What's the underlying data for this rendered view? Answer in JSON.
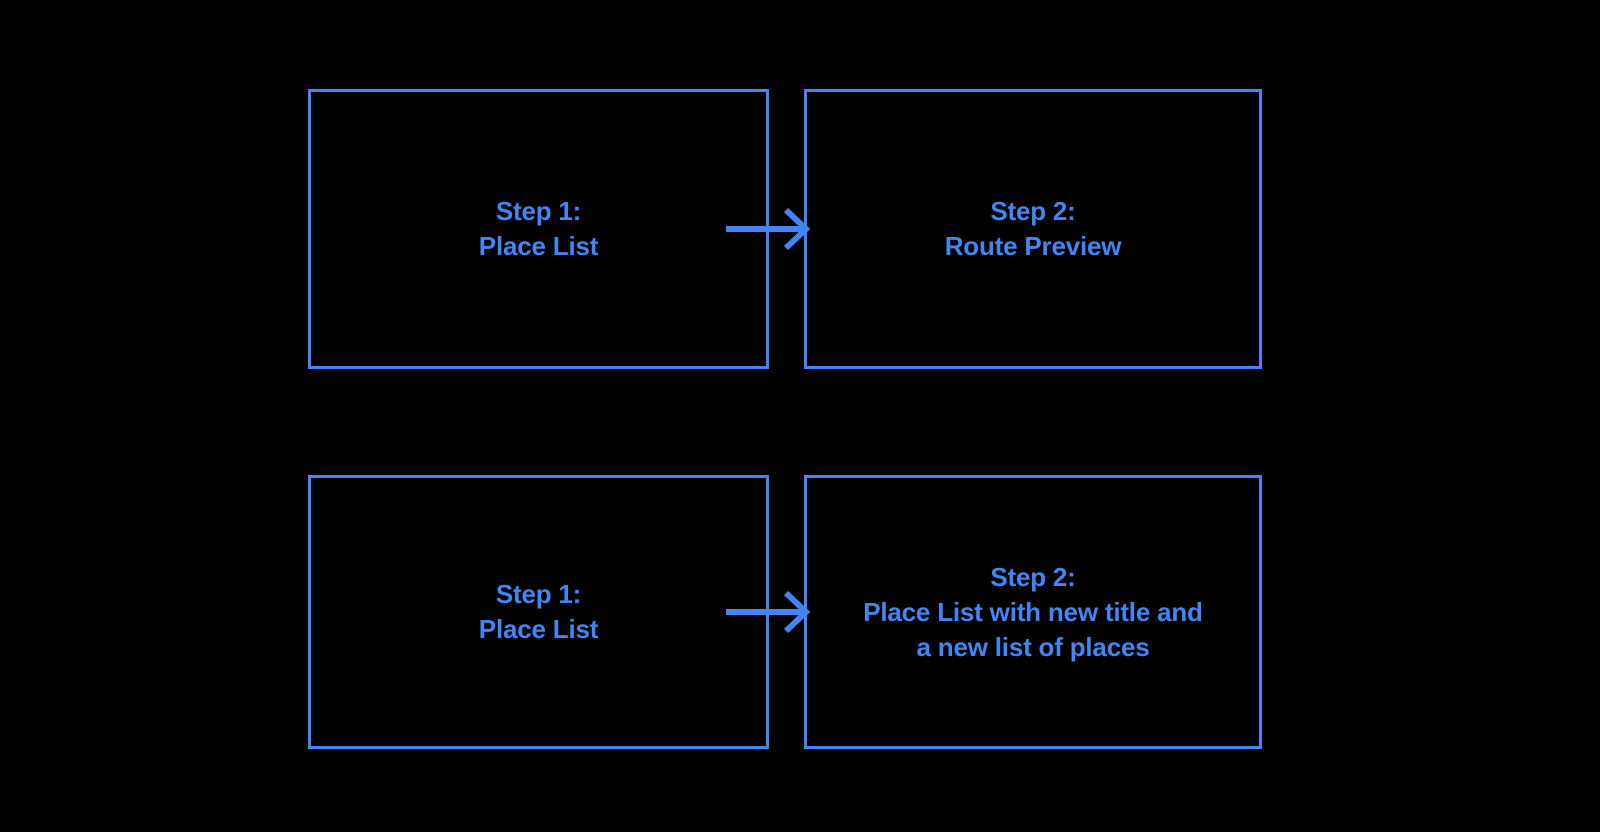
{
  "diagram": {
    "background_color": "#000000",
    "accent_color": "#4285f4",
    "rows": [
      {
        "id": "route-preview-flow",
        "from": {
          "title": "Step 1:",
          "subtitle": "Place List",
          "full_label": "Step 1:\nPlace List"
        },
        "connector": {
          "icon": "arrow-right-icon",
          "direction": "right"
        },
        "to": {
          "title": "Step 2:",
          "subtitle": "Route Preview",
          "full_label": "Step 2:\nRoute Preview"
        }
      },
      {
        "id": "updated-place-list-flow",
        "from": {
          "title": "Step 1:",
          "subtitle": "Place List",
          "full_label": "Step 1:\nPlace List"
        },
        "connector": {
          "icon": "arrow-right-icon",
          "direction": "right"
        },
        "to": {
          "title": "Step 2:",
          "subtitle": "Place List with new title and a new list of places",
          "full_label": "Step 2:\nPlace List with new title and\na new list of places"
        }
      }
    ]
  }
}
